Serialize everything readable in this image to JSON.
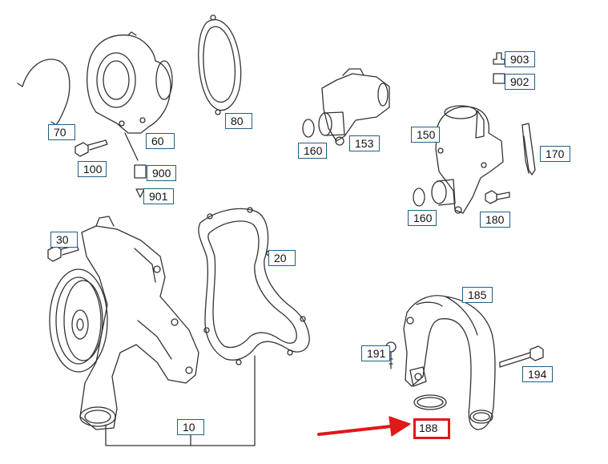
{
  "diagram": {
    "highlight_color": "#e01818",
    "label_border_color": "#1f5f86",
    "parts": [
      {
        "id": "70",
        "label": "70"
      },
      {
        "id": "60",
        "label": "60"
      },
      {
        "id": "80",
        "label": "80"
      },
      {
        "id": "100",
        "label": "100"
      },
      {
        "id": "900",
        "label": "900"
      },
      {
        "id": "901",
        "label": "901"
      },
      {
        "id": "160a",
        "label": "160"
      },
      {
        "id": "153",
        "label": "153"
      },
      {
        "id": "903",
        "label": "903"
      },
      {
        "id": "902",
        "label": "902"
      },
      {
        "id": "150",
        "label": "150"
      },
      {
        "id": "170",
        "label": "170"
      },
      {
        "id": "160b",
        "label": "160"
      },
      {
        "id": "180",
        "label": "180"
      },
      {
        "id": "30",
        "label": "30"
      },
      {
        "id": "20",
        "label": "20"
      },
      {
        "id": "185",
        "label": "185"
      },
      {
        "id": "191",
        "label": "191"
      },
      {
        "id": "194",
        "label": "194"
      },
      {
        "id": "10",
        "label": "10"
      },
      {
        "id": "188",
        "label": "188",
        "highlighted": true
      }
    ]
  }
}
